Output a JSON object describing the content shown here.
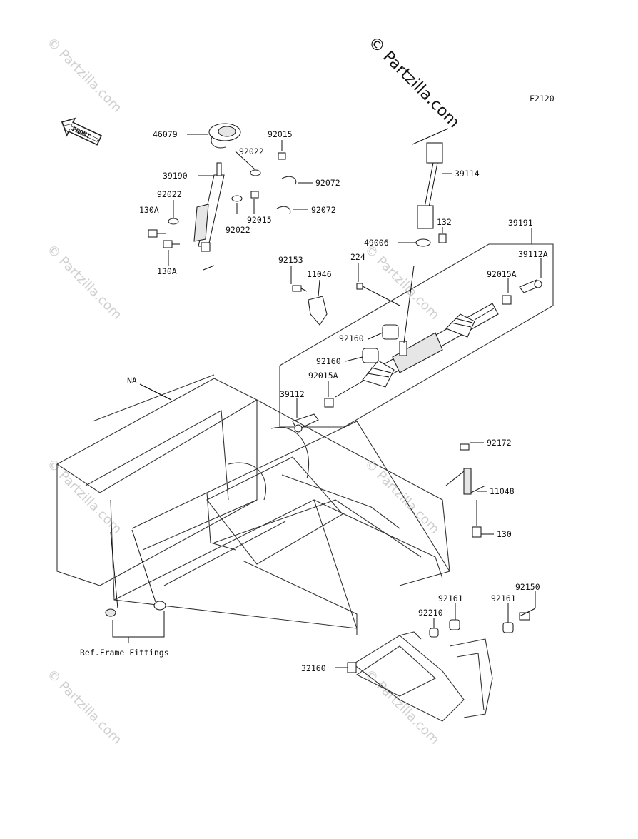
{
  "diagram": {
    "code": "F2120",
    "front_label": "FRONT",
    "watermark_main": "© Partzilla.com",
    "watermark_faint": "© Partzilla.com",
    "labels": {
      "p46079": "46079",
      "p39190": "39190",
      "p92022a": "92022",
      "p92022b": "92022",
      "p92022c": "92022",
      "p92015a": "92015",
      "p92015b": "92015",
      "p92072a": "92072",
      "p92072b": "92072",
      "p130Aa": "130A",
      "p130Ab": "130A",
      "p39114": "39114",
      "p132": "132",
      "p49006": "49006",
      "p39191": "39191",
      "p39112A": "39112A",
      "p92015A_r": "92015A",
      "p92153": "92153",
      "p11046": "11046",
      "p224": "224",
      "p92160a": "92160",
      "p92160b": "92160",
      "p92015A_l": "92015A",
      "p39112": "39112",
      "pNA": "NA",
      "p92172": "92172",
      "p11048": "11048",
      "p130": "130",
      "p92150": "92150",
      "p92161a": "92161",
      "p92161b": "92161",
      "p92210": "92210",
      "p32160": "32160",
      "ref_frame": "Ref.Frame Fittings"
    }
  }
}
